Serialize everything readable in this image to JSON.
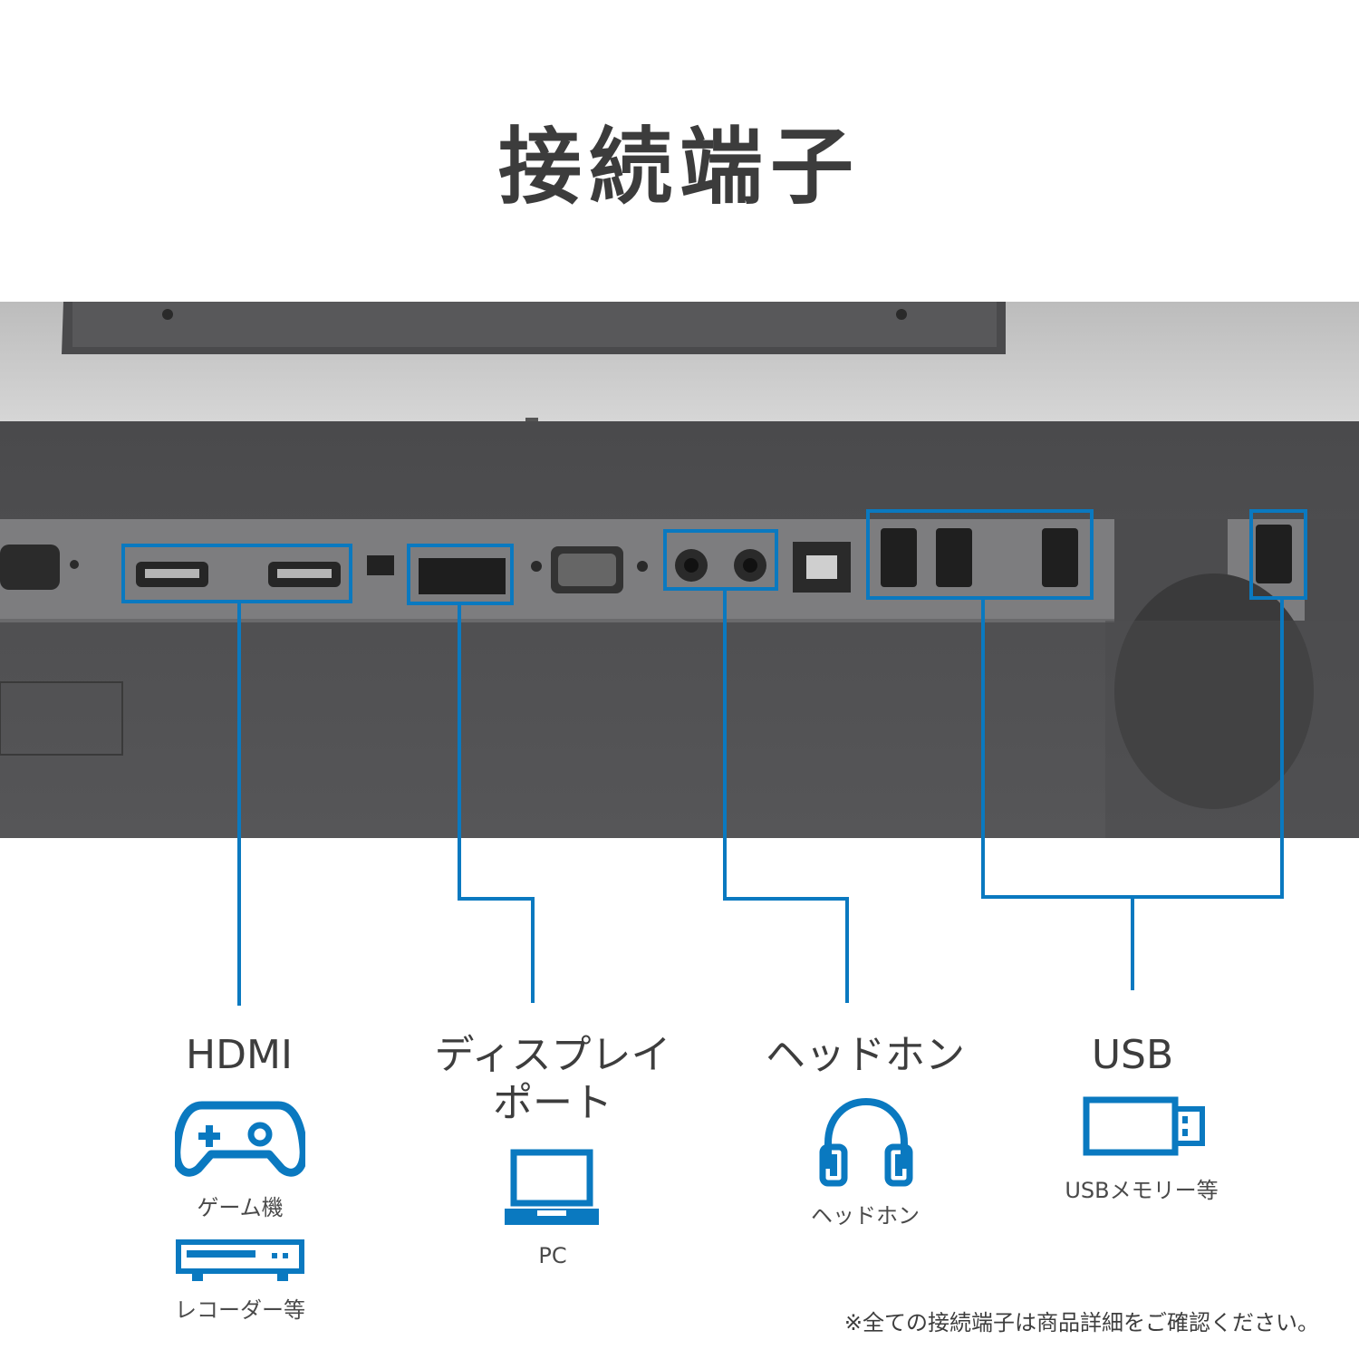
{
  "title": "接続端子",
  "colors": {
    "accent": "#0a79c0",
    "text": "#3d3d3d"
  },
  "connectors": [
    {
      "label": "HDMI",
      "uses": [
        {
          "icon": "gamepad-icon",
          "caption": "ゲーム機"
        },
        {
          "icon": "recorder-icon",
          "caption": "レコーダー等"
        }
      ]
    },
    {
      "label_lines": [
        "ディスプレイ",
        "ポート"
      ],
      "uses": [
        {
          "icon": "laptop-icon",
          "caption": "PC"
        }
      ]
    },
    {
      "label": "ヘッドホン",
      "uses": [
        {
          "icon": "headphones-icon",
          "caption": "ヘッドホン"
        }
      ]
    },
    {
      "label": "USB",
      "uses": [
        {
          "icon": "usb-stick-icon",
          "caption": "USBメモリー等"
        }
      ]
    }
  ],
  "note": "※全ての接続端子は商品詳細をご確認ください。"
}
